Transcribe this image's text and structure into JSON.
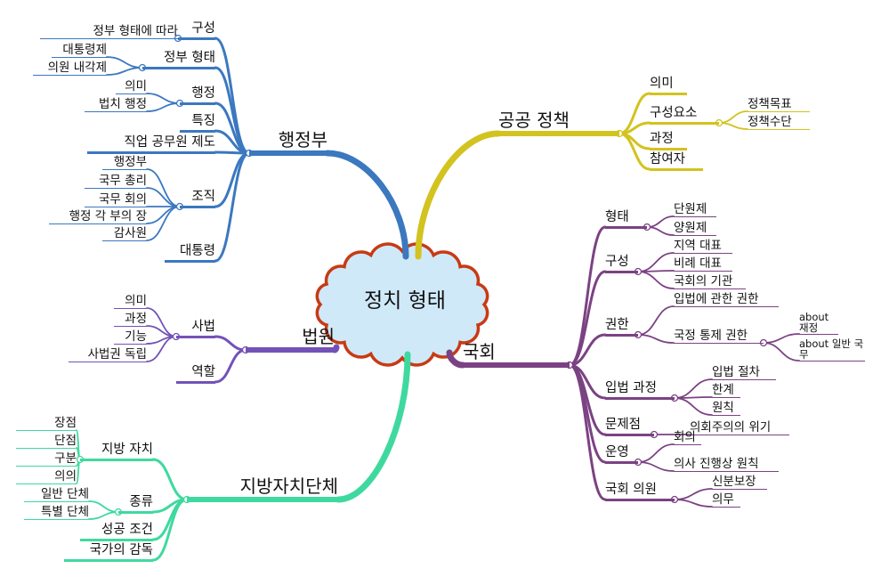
{
  "center": {
    "label": "정치 형태",
    "fill": "#cfe9f9",
    "stroke": "#c83a14"
  },
  "branches": [
    {
      "label": "행정부",
      "color": "#3b78bf",
      "children": [
        {
          "label": "구성",
          "children": [
            {
              "label": "정부 형태에 따라"
            }
          ]
        },
        {
          "label": "정부 형태",
          "children": [
            {
              "label": "대통령제"
            },
            {
              "label": "의원 내각제"
            }
          ]
        },
        {
          "label": "행정",
          "children": [
            {
              "label": "의미"
            },
            {
              "label": "법치 행정"
            }
          ]
        },
        {
          "label": "특징"
        },
        {
          "label": "직업 공무원 제도"
        },
        {
          "label": "조직",
          "children": [
            {
              "label": "행정부"
            },
            {
              "label": "국무 총리"
            },
            {
              "label": "국무 회의"
            },
            {
              "label": "행정 각 부의 장"
            },
            {
              "label": "감사원"
            }
          ]
        },
        {
          "label": "대통령"
        }
      ]
    },
    {
      "label": "법원",
      "color": "#7352b8",
      "children": [
        {
          "label": "사법",
          "children": [
            {
              "label": "의미"
            },
            {
              "label": "과정"
            },
            {
              "label": "기능"
            },
            {
              "label": "사법권 독립"
            }
          ]
        },
        {
          "label": "역할"
        }
      ]
    },
    {
      "label": "지방자치단체",
      "color": "#3fd99f",
      "children": [
        {
          "label": "지방 자치",
          "children": [
            {
              "label": "장점"
            },
            {
              "label": "단점"
            },
            {
              "label": "구분"
            },
            {
              "label": "의의"
            }
          ]
        },
        {
          "label": "종류",
          "children": [
            {
              "label": "일반 단체"
            },
            {
              "label": "특별 단체"
            }
          ]
        },
        {
          "label": "성공 조건"
        },
        {
          "label": "국가의 감독"
        }
      ]
    },
    {
      "label": "공공 정책",
      "color": "#d2c31e",
      "children": [
        {
          "label": "의미"
        },
        {
          "label": "구성요소",
          "children": [
            {
              "label": "정책목표"
            },
            {
              "label": "정책수단"
            }
          ]
        },
        {
          "label": "과정"
        },
        {
          "label": "참여자"
        }
      ]
    },
    {
      "label": "국회",
      "color": "#7b4283",
      "children": [
        {
          "label": "형태",
          "children": [
            {
              "label": "단원제"
            },
            {
              "label": "양원제"
            }
          ]
        },
        {
          "label": "구성",
          "children": [
            {
              "label": "지역 대표"
            },
            {
              "label": "비례 대표"
            },
            {
              "label": "국회의 기관"
            }
          ]
        },
        {
          "label": "권한",
          "children": [
            {
              "label": "입법에 관한 권한"
            },
            {
              "label": "국정 통제 권한",
              "children": [
                {
                  "label": "about 재정"
                },
                {
                  "label": "about 일반 국무"
                }
              ]
            }
          ]
        },
        {
          "label": "입법 과정",
          "children": [
            {
              "label": "입법 절차"
            },
            {
              "label": "한계"
            },
            {
              "label": "원칙"
            }
          ]
        },
        {
          "label": "문제점",
          "children": [
            {
              "label": "의회주의의 위기"
            }
          ]
        },
        {
          "label": "운영",
          "children": [
            {
              "label": "회의"
            },
            {
              "label": "의사 진행상 원칙"
            }
          ]
        },
        {
          "label": "국회 의원",
          "children": [
            {
              "label": "신분보장"
            },
            {
              "label": "의무"
            }
          ]
        }
      ]
    }
  ]
}
